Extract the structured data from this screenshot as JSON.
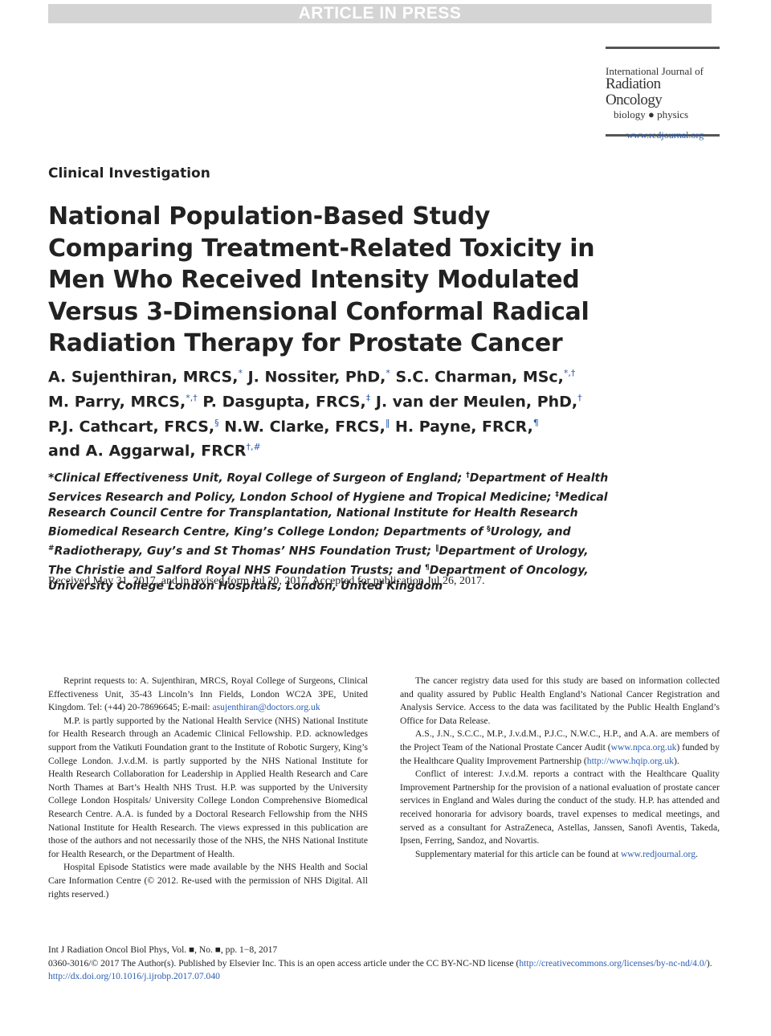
{
  "banner": "ARTICLE IN PRESS",
  "journal": {
    "line1": "International Journal of",
    "line2": "Radiation Oncology",
    "line3": "biology ● physics",
    "url": "www.redjournal.org"
  },
  "section": "Clinical Investigation",
  "title": "National Population-Based Study Comparing Treatment-Related Toxicity in Men Who Received Intensity Modulated Versus 3-Dimensional Conformal Radical Radiation Therapy for Prostate Cancer",
  "authors": [
    {
      "name": "A. Sujenthiran, MRCS,",
      "sup": "*"
    },
    {
      "name": "J. Nossiter, PhD,",
      "sup": "*"
    },
    {
      "name": "S.C. Charman, MSc,",
      "sup": "*,†"
    },
    {
      "name": "M. Parry, MRCS,",
      "sup": "*,†"
    },
    {
      "name": "P. Dasgupta, FRCS,",
      "sup": "‡"
    },
    {
      "name": "J. van der Meulen, PhD,",
      "sup": "†"
    },
    {
      "name": "P.J. Cathcart, FRCS,",
      "sup": "§"
    },
    {
      "name": "N.W. Clarke, FRCS,",
      "sup": "‖"
    },
    {
      "name": "H. Payne, FRCR,",
      "sup": "¶"
    },
    {
      "name": "and A. Aggarwal, FRCR",
      "sup": "†,#"
    }
  ],
  "affiliations": [
    {
      "sup": "",
      "text": "*Clinical Effectiveness Unit, Royal College of Surgeon of England; "
    },
    {
      "sup": "†",
      "text": "Department of Health Services Research and Policy, London School of Hygiene and Tropical Medicine; "
    },
    {
      "sup": "‡",
      "text": "Medical Research Council Centre for Transplantation, National Institute for Health Research Biomedical Research Centre, King’s College London; Departments of "
    },
    {
      "sup": "§",
      "text": "Urology, and "
    },
    {
      "sup": "#",
      "text": "Radiotherapy, Guy’s and St Thomas’ NHS Foundation Trust; "
    },
    {
      "sup": "‖",
      "text": "Department of Urology, The Christie and Salford Royal NHS Foundation Trusts; and "
    },
    {
      "sup": "¶",
      "text": "Department of Oncology, University College London Hospitals, London, United Kingdom"
    }
  ],
  "received": "Received May 31, 2017, and in revised form Jul 20, 2017. Accepted for publication Jul 26, 2017.",
  "left_column": {
    "p1_text": "Reprint requests to: A. Sujenthiran, MRCS, Royal College of Surgeons, Clinical Effectiveness Unit, 35-43 Lincoln’s Inn Fields, London WC2A 3PE, United Kingdom. Tel: (+44) 20-78696645; E-mail: ",
    "p1_email": "asujenthiran@doctors.org.uk",
    "p2": "M.P. is partly supported by the National Health Service (NHS) National Institute for Health Research through an Academic Clinical Fellowship. P.D. acknowledges support from the Vatikuti Foundation grant to the Institute of Robotic Surgery, King’s College London. J.v.d.M. is partly supported by the NHS National Institute for Health Research Collaboration for Leadership in Applied Health Research and Care North Thames at Bart’s Health NHS Trust. H.P. was supported by the University College London Hospitals/ University College London Comprehensive Biomedical Research Centre. A.A. is funded by a Doctoral Research Fellowship from the NHS National Institute for Health Research. The views expressed in this publication are those of the authors and not necessarily those of the NHS, the NHS National Institute for Health Research, or the Department of Health.",
    "p3": "Hospital Episode Statistics were made available by the NHS Health and Social Care Information Centre (© 2012. Re-used with the permission of NHS Digital. All rights reserved.)"
  },
  "right_column": {
    "p1": "The cancer registry data used for this study are based on information collected and quality assured by Public Health England’s National Cancer Registration and Analysis Service. Access to the data was facilitated by the Public Health England’s Office for Data Release.",
    "p2_a": "A.S., J.N., S.C.C., M.P., J.v.d.M., P.J.C., N.W.C., H.P., and A.A. are members of the Project Team of the National Prostate Cancer Audit (",
    "p2_link1": "www.npca.org.uk",
    "p2_b": ") funded by the Healthcare Quality Improvement Partnership (",
    "p2_link2": "http://www.hqip.org.uk",
    "p2_c": ").",
    "p3": "Conflict of interest: J.v.d.M. reports a contract with the Healthcare Quality Improvement Partnership for the provision of a national evaluation of prostate cancer services in England and Wales during the conduct of the study. H.P. has attended and received honoraria for advisory boards, travel expenses to medical meetings, and served as a consultant for AstraZeneca, Astellas, Janssen, Sanofi Aventis, Takeda, Ipsen, Ferring, Sandoz, and Novartis.",
    "p4_text": "Supplementary material for this article can be found at ",
    "p4_link": "www.redjournal.org",
    "p4_end": "."
  },
  "footer": {
    "citation": "Int J Radiation Oncol Biol Phys, Vol. ■, No. ■, pp. 1−8, 2017",
    "license_text": "0360-3016/© 2017 The Author(s). Published by Elsevier Inc. This is an open access article under the CC BY-NC-ND license (",
    "license_link": "http://creativecommons.org/licenses/by-nc-nd/4.0/",
    "license_end": ").",
    "doi": "http://dx.doi.org/10.1016/j.ijrobp.2017.07.040"
  }
}
